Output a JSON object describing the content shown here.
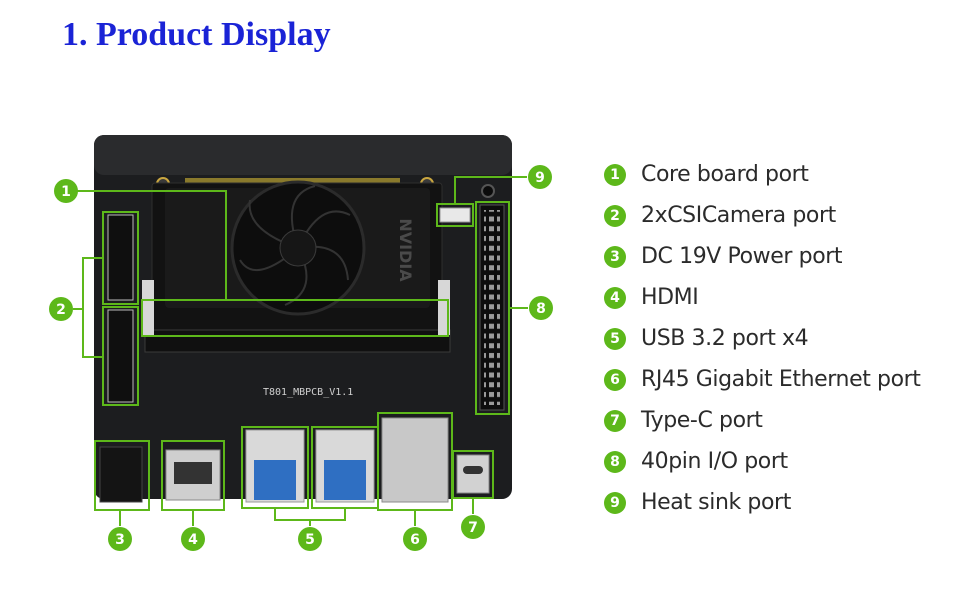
{
  "page": {
    "title": "1. Product Display"
  },
  "board": {
    "silkscreen": "T801_MBPCB_V1.1",
    "fan_logo": "NVIDIA"
  },
  "callouts": [
    "1",
    "2",
    "3",
    "4",
    "5",
    "6",
    "7",
    "8",
    "9"
  ],
  "legend": [
    {
      "num": "1",
      "label": "Core board port"
    },
    {
      "num": "2",
      "label": "2xCSICamera port"
    },
    {
      "num": "3",
      "label": "DC 19V Power port"
    },
    {
      "num": "4",
      "label": "HDMI"
    },
    {
      "num": "5",
      "label": "USB 3.2 port x4"
    },
    {
      "num": "6",
      "label": "RJ45 Gigabit Ethernet port"
    },
    {
      "num": "7",
      "label": "Type-C port"
    },
    {
      "num": "8",
      "label": "40pin I/O port"
    },
    {
      "num": "9",
      "label": "Heat sink port"
    }
  ],
  "colors": {
    "title": "#1a23d6",
    "accent_green": "#5db81a",
    "board": "#1c1d1f"
  }
}
